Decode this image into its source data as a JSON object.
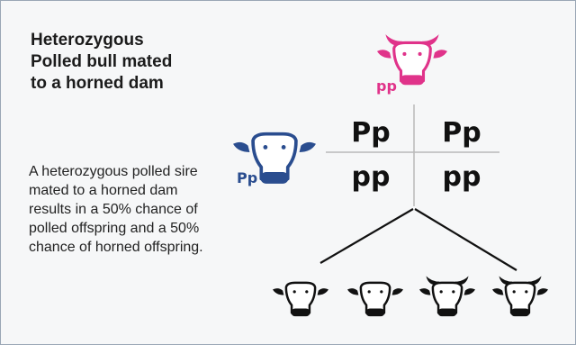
{
  "title": "Heterozygous Polled bull mated to a horned dam",
  "description": "A heterozygous polled sire mated to a horned dam results in a 50% chance of polled offspring and a 50% chance of horned offspring.",
  "dam": {
    "genotype": "pp",
    "color": "#e0338a",
    "icon": "horned-cow-head-icon"
  },
  "sire": {
    "genotype": "Pp",
    "color": "#2a4d8f",
    "icon": "polled-cow-head-icon"
  },
  "punnett": {
    "cells": [
      "Pp",
      "Pp",
      "pp",
      "pp"
    ]
  },
  "offspring": [
    {
      "icon": "polled-calf-icon"
    },
    {
      "icon": "polled-calf-icon"
    },
    {
      "icon": "horned-calf-icon"
    },
    {
      "icon": "horned-calf-icon"
    }
  ]
}
